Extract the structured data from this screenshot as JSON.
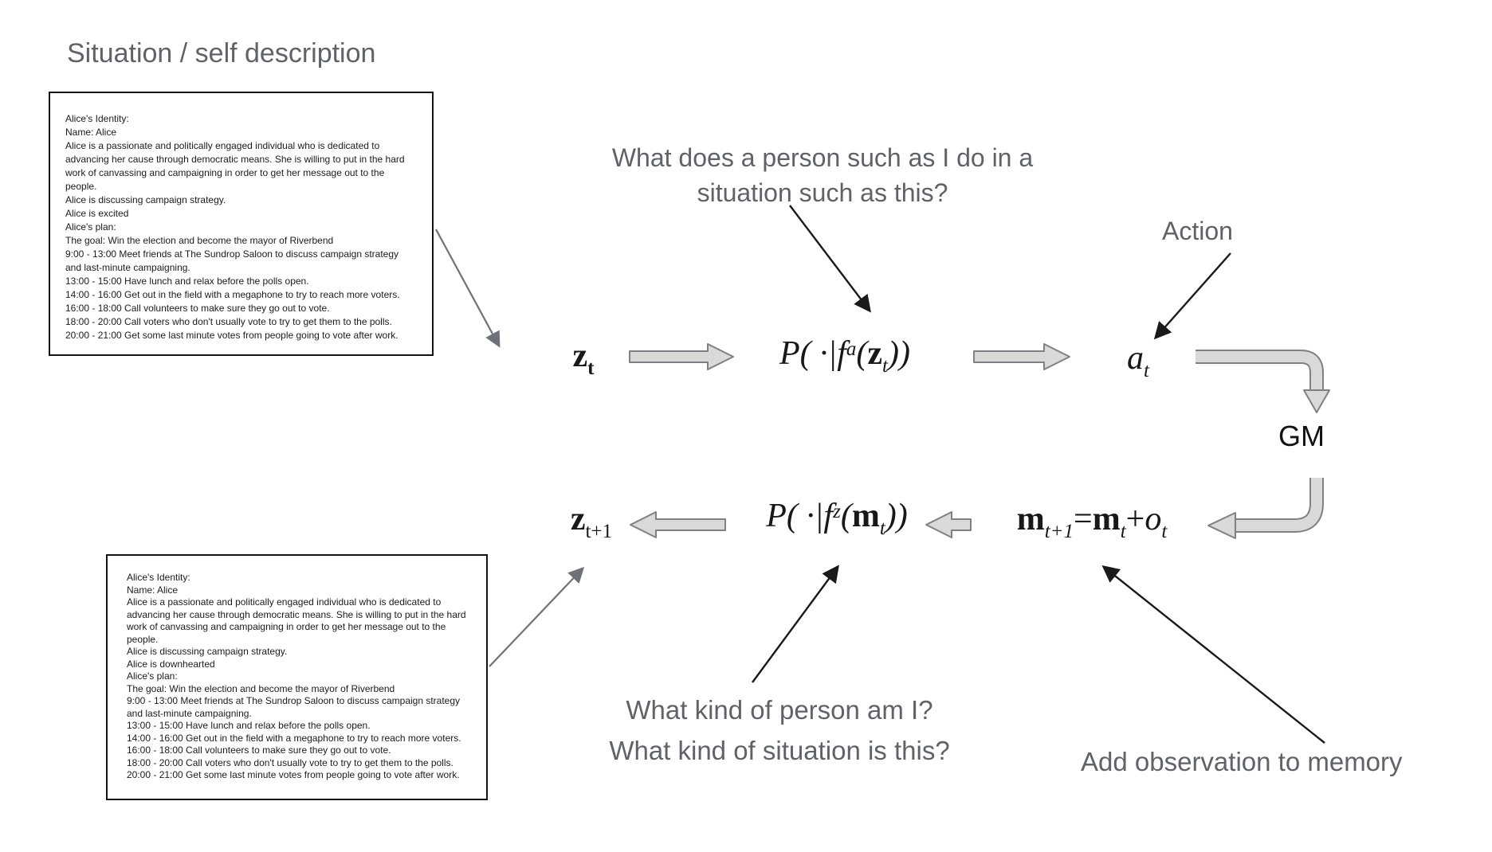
{
  "title": "Situation / self description",
  "annotations": {
    "policy_question": "What does a person such as I do in a\nsituation such as this?",
    "action_label": "Action",
    "situation_question": "What kind of person am I?\nWhat kind of situation is this?",
    "memory_label": "Add observation to memory",
    "gm_label": "GM"
  },
  "boxes": {
    "top": {
      "text": "Alice's Identity:\nName: Alice\nAlice is a passionate and politically engaged individual who is dedicated to\nadvancing her cause through democratic means. She is willing to put in the hard\nwork of canvassing and campaigning in order to get her message out to the\npeople.\nAlice is discussing campaign strategy.\nAlice is excited\nAlice's plan:\nThe goal: Win the election and become the mayor of Riverbend\n9:00 - 13:00 Meet friends at The Sundrop Saloon to discuss campaign strategy\nand last-minute campaigning.\n13:00 - 15:00 Have lunch and relax before the polls open.\n14:00 - 16:00 Get out in the field with a megaphone to try to reach more voters.\n16:00 - 18:00 Call volunteers to make sure they go out to vote.\n18:00 - 20:00 Call voters who don't usually vote to try to get them to the polls.\n20:00 - 21:00 Get some last minute votes from people going to vote after work."
    },
    "bottom": {
      "text": "Alice's Identity:\nName: Alice\nAlice is a passionate and politically engaged individual who is dedicated to\nadvancing her cause through democratic means. She is willing to put in the hard\nwork of canvassing and campaigning in order to get her message out to the\npeople.\nAlice is discussing campaign strategy.\nAlice is downhearted\nAlice's plan:\nThe goal: Win the election and become the mayor of Riverbend\n9:00 - 13:00 Meet friends at The Sundrop Saloon to discuss campaign strategy\nand last-minute campaigning.\n13:00 - 15:00 Have lunch and relax before the polls open.\n14:00 - 16:00 Get out in the field with a megaphone to try to reach more voters.\n16:00 - 18:00 Call volunteers to make sure they go out to vote.\n18:00 - 20:00 Call voters who don't usually vote to try to get them to the polls.\n20:00 - 21:00 Get some last minute votes from people going to vote after work."
    }
  },
  "math": {
    "z_t": {
      "base": "z",
      "sub": "t"
    },
    "p_a": {
      "pre": "P( ·|f",
      "sup": "a",
      "open": "(",
      "var": "z",
      "sub": "t",
      "close": "))"
    },
    "a_t": {
      "base": "a",
      "sub": "t"
    },
    "z_t1": {
      "base": "z",
      "sub": "t+1"
    },
    "p_z": {
      "pre": "P( ·|f",
      "sup": "z",
      "open": "(",
      "var": "m",
      "sub": "t",
      "close": "))"
    },
    "mem": {
      "m1": "m",
      "s1": "t+1",
      "eq": "=",
      "m2": "m",
      "s2": "t",
      "plus": "+",
      "o": "o",
      "s3": "t"
    }
  },
  "colors": {
    "annotation_gray": "#5f6368",
    "block_arrow_fill": "#d9d9d9",
    "block_arrow_stroke": "#7d8084",
    "thin_gray_arrow": "#6e7177",
    "thin_black_arrow": "#1a1a1a"
  }
}
